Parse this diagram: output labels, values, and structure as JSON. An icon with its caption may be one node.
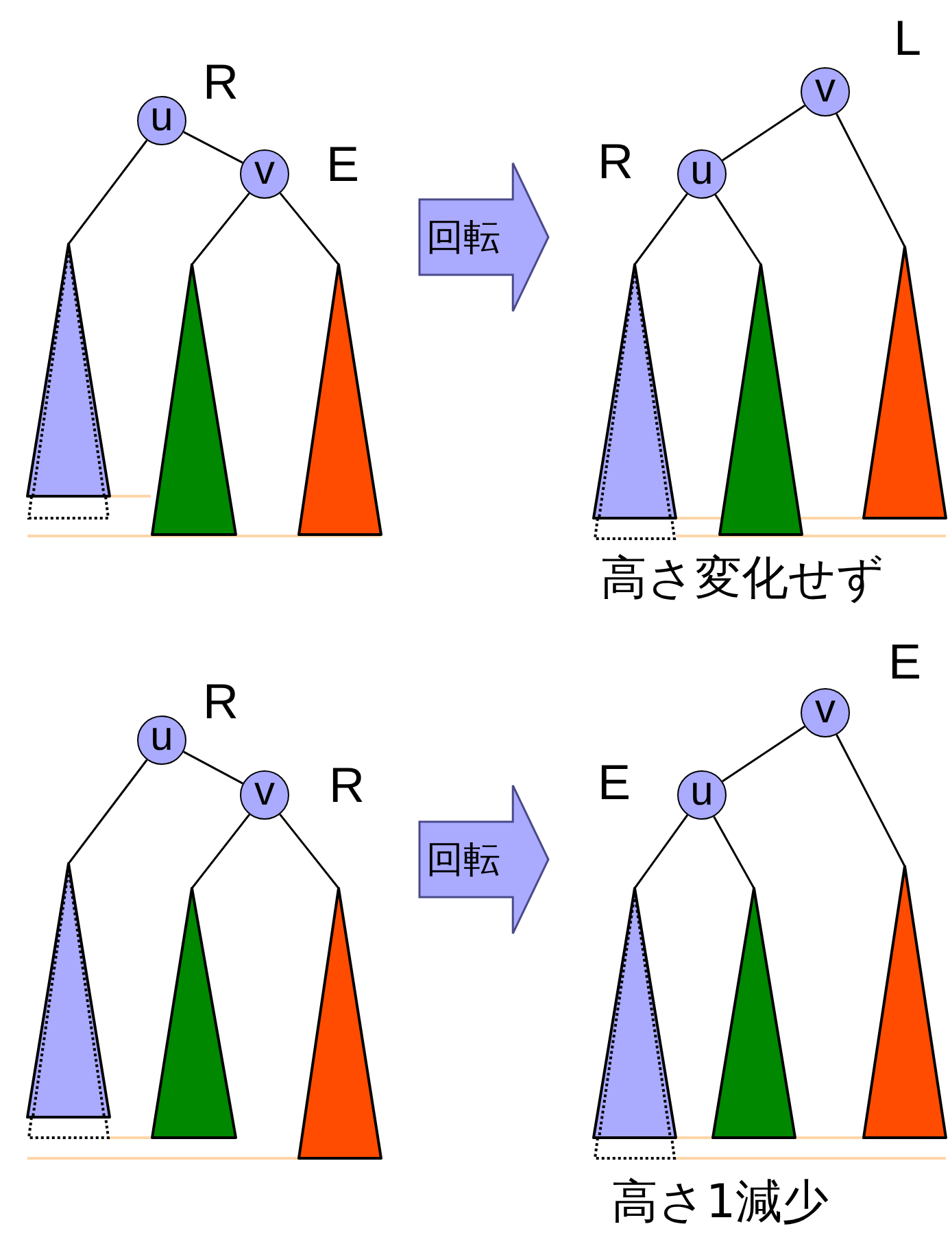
{
  "diagram": {
    "nodes": [
      {
        "text": [
          "u"
        ],
        "beside": [
          "R"
        ]
      },
      {
        "text": [
          "v"
        ],
        "beside": [
          "E"
        ]
      },
      {
        "text": [],
        "shape": "triangle"
      },
      {
        "text": [],
        "shape": "triangle"
      },
      {
        "text": [],
        "shape": "triangle"
      },
      {
        "text": [
          "回転"
        ]
      },
      {
        "text": [
          "v"
        ],
        "beside": [
          "L"
        ]
      },
      {
        "text": [
          "u"
        ],
        "beside": [
          "R"
        ]
      },
      {
        "text": [],
        "shape": "triangle"
      },
      {
        "text": [],
        "shape": "triangle"
      },
      {
        "text": [],
        "shape": "triangle"
      },
      {
        "text": [
          "u"
        ],
        "beside": [
          "R"
        ]
      },
      {
        "text": [
          "v"
        ],
        "beside": [
          "R"
        ]
      },
      {
        "text": [],
        "shape": "triangle"
      },
      {
        "text": [],
        "shape": "triangle"
      },
      {
        "text": [],
        "shape": "triangle"
      },
      {
        "text": [
          "回転"
        ]
      },
      {
        "text": [
          "v"
        ],
        "beside": [
          "E"
        ]
      },
      {
        "text": [
          "u"
        ],
        "beside": [
          "E"
        ]
      },
      {
        "text": [],
        "shape": "triangle"
      },
      {
        "text": [],
        "shape": "triangle"
      },
      {
        "text": [],
        "shape": "triangle"
      }
    ],
    "edges": [
      {
        "from": 0,
        "to": 2,
        "arrow": "none"
      },
      {
        "from": 0,
        "to": 1,
        "arrow": "none"
      },
      {
        "from": 1,
        "to": 3,
        "arrow": "none"
      },
      {
        "from": 1,
        "to": 4,
        "arrow": "none"
      },
      {
        "from": 6,
        "to": 7,
        "arrow": "none"
      },
      {
        "from": 7,
        "to": 8,
        "arrow": "none"
      },
      {
        "from": 7,
        "to": 9,
        "arrow": "none"
      },
      {
        "from": 6,
        "to": 10,
        "arrow": "none"
      },
      {
        "from": 11,
        "to": 13,
        "arrow": "none"
      },
      {
        "from": 11,
        "to": 12,
        "arrow": "none"
      },
      {
        "from": 12,
        "to": 14,
        "arrow": "none"
      },
      {
        "from": 12,
        "to": 15,
        "arrow": "none"
      },
      {
        "from": 17,
        "to": 18,
        "arrow": "none"
      },
      {
        "from": 18,
        "to": 19,
        "arrow": "none"
      },
      {
        "from": 18,
        "to": 20,
        "arrow": "none"
      },
      {
        "from": 17,
        "to": 21,
        "arrow": "none"
      }
    ],
    "labels": [
      "高さ変化せず",
      "高さ1減少"
    ]
  }
}
